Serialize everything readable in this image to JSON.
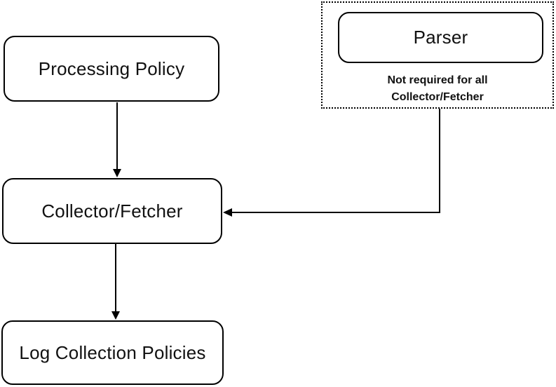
{
  "theme": {
    "stroke_color": "#000000",
    "background_color": "#ffffff",
    "text_color": "#111111"
  },
  "diagram": {
    "type": "flowchart",
    "nodes": {
      "processing_policy": {
        "label": "Processing Policy"
      },
      "parser": {
        "label": "Parser"
      },
      "parser_note": {
        "line1": "Not required for all",
        "line2": "Collector/Fetcher"
      },
      "collector_fetcher": {
        "label": "Collector/Fetcher"
      },
      "log_collection_policies": {
        "label": "Log Collection Policies"
      }
    },
    "edges": [
      {
        "from": "processing_policy",
        "to": "collector_fetcher",
        "style": "solid-arrow",
        "direction": "down"
      },
      {
        "from": "parser_group",
        "to": "collector_fetcher",
        "style": "solid-arrow",
        "direction": "down-then-left"
      },
      {
        "from": "collector_fetcher",
        "to": "log_collection_policies",
        "style": "solid-arrow",
        "direction": "down"
      }
    ]
  }
}
